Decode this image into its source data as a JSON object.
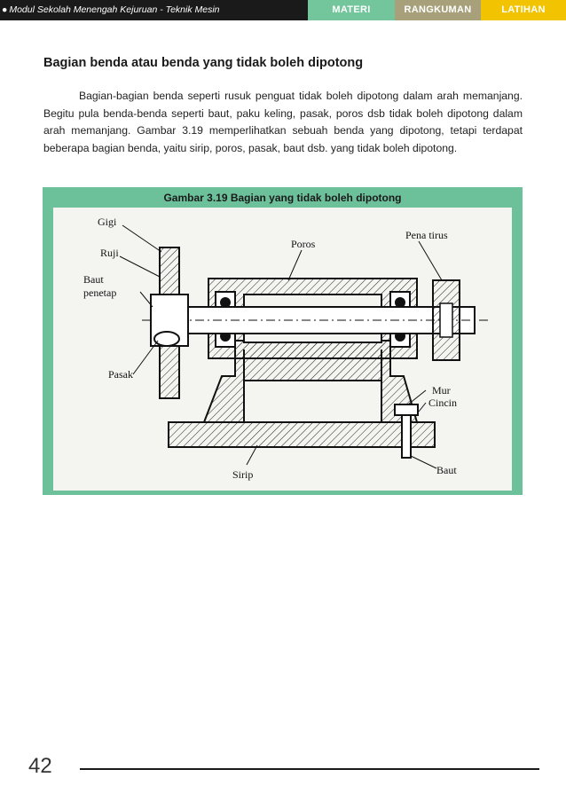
{
  "header": {
    "bullet": "●",
    "title": "Modul Sekolah Menengah Kejuruan - Teknik Mesin",
    "tabs": [
      "MATERI",
      "RANGKUMAN",
      "LATIHAN"
    ]
  },
  "section": {
    "heading": "Bagian benda atau benda yang tidak boleh dipotong",
    "paragraph": "Bagian-bagian benda seperti rusuk penguat tidak boleh dipotong dalam arah memanjang. Begitu pula benda-benda seperti baut, paku keling, pasak, poros dsb tidak boleh dipotong dalam arah memanjang. Gambar 3.19 memperlihatkan sebuah benda yang dipotong, tetapi terdapat beberapa bagian benda, yaitu sirip, poros, pasak, baut dsb. yang tidak boleh dipotong."
  },
  "figure": {
    "caption": "Gambar 3.19  Bagian yang tidak boleh dipotong",
    "labels": {
      "gigi": "Gigi",
      "ruji": "Ruji",
      "baut_penetap_1": "Baut",
      "baut_penetap_2": "penetap",
      "pasak": "Pasak",
      "poros": "Poros",
      "pena_tirus": "Pena tirus",
      "mur": "Mur",
      "cincin": "Cincin",
      "baut": "Baut",
      "sirip": "Sirip"
    }
  },
  "footer": {
    "page_number": "42"
  }
}
